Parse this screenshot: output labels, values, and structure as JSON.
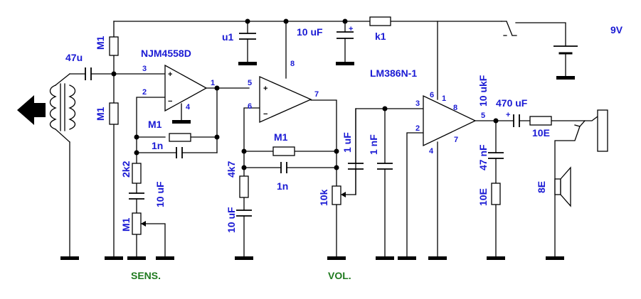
{
  "ic1": {
    "name": "NJM4558D",
    "pins": {
      "p1": "1",
      "p2": "2",
      "p3": "3",
      "p4": "4",
      "p5": "5",
      "p6": "6",
      "p7": "7",
      "p8": "8"
    }
  },
  "ic2": {
    "name": "LM386N-1",
    "pins": {
      "p1": "1",
      "p2": "2",
      "p3": "3",
      "p4": "4",
      "p5": "5",
      "p6": "6",
      "p7": "7",
      "p8": "8"
    }
  },
  "opamp_symbols": {
    "plus": "+",
    "minus": "−"
  },
  "components": {
    "c_in": "47u",
    "r_bias_top": "M1",
    "r_bias_bot": "M1",
    "c_supply1": "u1",
    "c_supply2": "10 uF",
    "c_supply2_polarity": "+",
    "r_supply": "k1",
    "r_fb1": "M1",
    "c_fb1": "1n",
    "r_gain": "2k2",
    "c_gain": "10 uF",
    "pot_sens": "M1",
    "r_stage2": "M1",
    "c_stage2": "1n",
    "r_stage2_gnd": "4k7",
    "c_stage2_gnd": "10 uF",
    "pot_vol": "10k",
    "c_couple1": "1 uF",
    "c_couple2": "1 nF",
    "c_bypass": "10 ukF",
    "c_out": "470 uF",
    "c_out_polarity": "+",
    "r_out": "10E",
    "c_zobel": "47 nF",
    "r_zobel": "10E",
    "speaker": "8E",
    "battery": "9V"
  },
  "sections": {
    "sens": "SENS.",
    "vol": "VOL."
  },
  "colors": {
    "label": "#1a1ad4",
    "section": "#1f7a1f",
    "lines": "#000000"
  }
}
